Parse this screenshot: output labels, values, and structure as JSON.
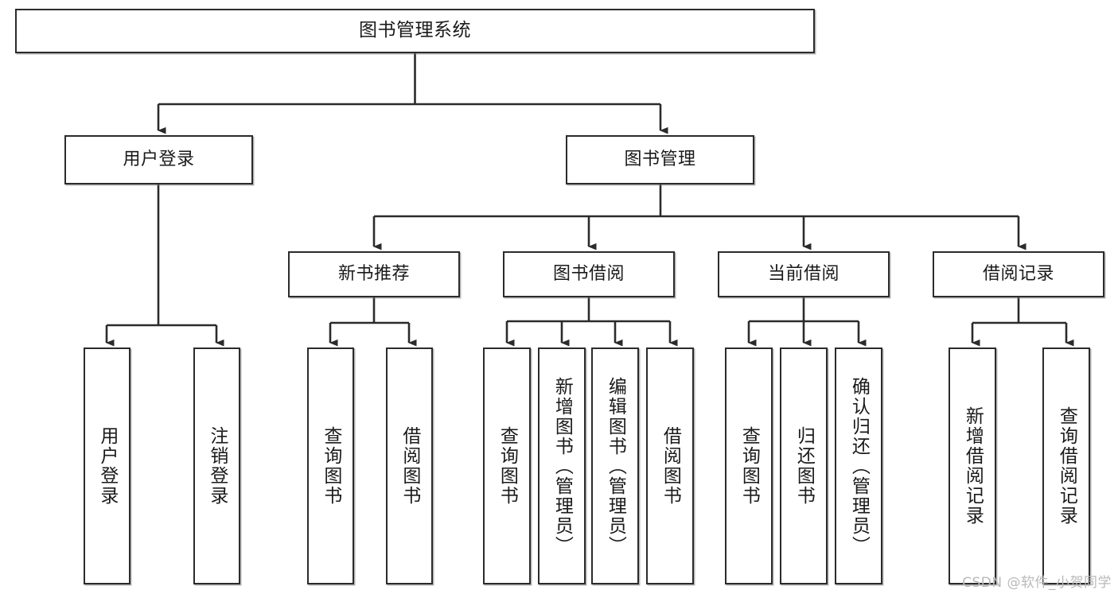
{
  "diagram": {
    "type": "tree",
    "title": "图书管理系统",
    "watermark": "CSDN @软件_小贺同学",
    "colors": {
      "box_border": "#2b2b2b",
      "box_fill": "#ffffff",
      "connector": "#2b2b2b",
      "watermark": "#b9b9b9",
      "text": "#1a1a1a"
    },
    "nodes": {
      "root": {
        "label": "图书管理系统"
      },
      "level2": [
        {
          "label": "用户登录"
        },
        {
          "label": "图书管理"
        }
      ],
      "level3": [
        {
          "label": "新书推荐"
        },
        {
          "label": "图书借阅"
        },
        {
          "label": "当前借阅"
        },
        {
          "label": "借阅记录"
        }
      ],
      "leaves": {
        "user_login": [
          {
            "label": "用户登录"
          },
          {
            "label": "注销登录"
          }
        ],
        "new_book": [
          {
            "label": "查询图书"
          },
          {
            "label": "借阅图书"
          }
        ],
        "book_borrow": [
          {
            "label": "查询图书"
          },
          {
            "label": "新增图书（管理员）"
          },
          {
            "label": "编辑图书（管理员）"
          },
          {
            "label": "借阅图书"
          }
        ],
        "current_borrow": [
          {
            "label": "查询图书"
          },
          {
            "label": "归还图书"
          },
          {
            "label": "确认归还（管理员）"
          }
        ],
        "borrow_record": [
          {
            "label": "新增借阅记录"
          },
          {
            "label": "查询借阅记录"
          }
        ]
      }
    }
  }
}
